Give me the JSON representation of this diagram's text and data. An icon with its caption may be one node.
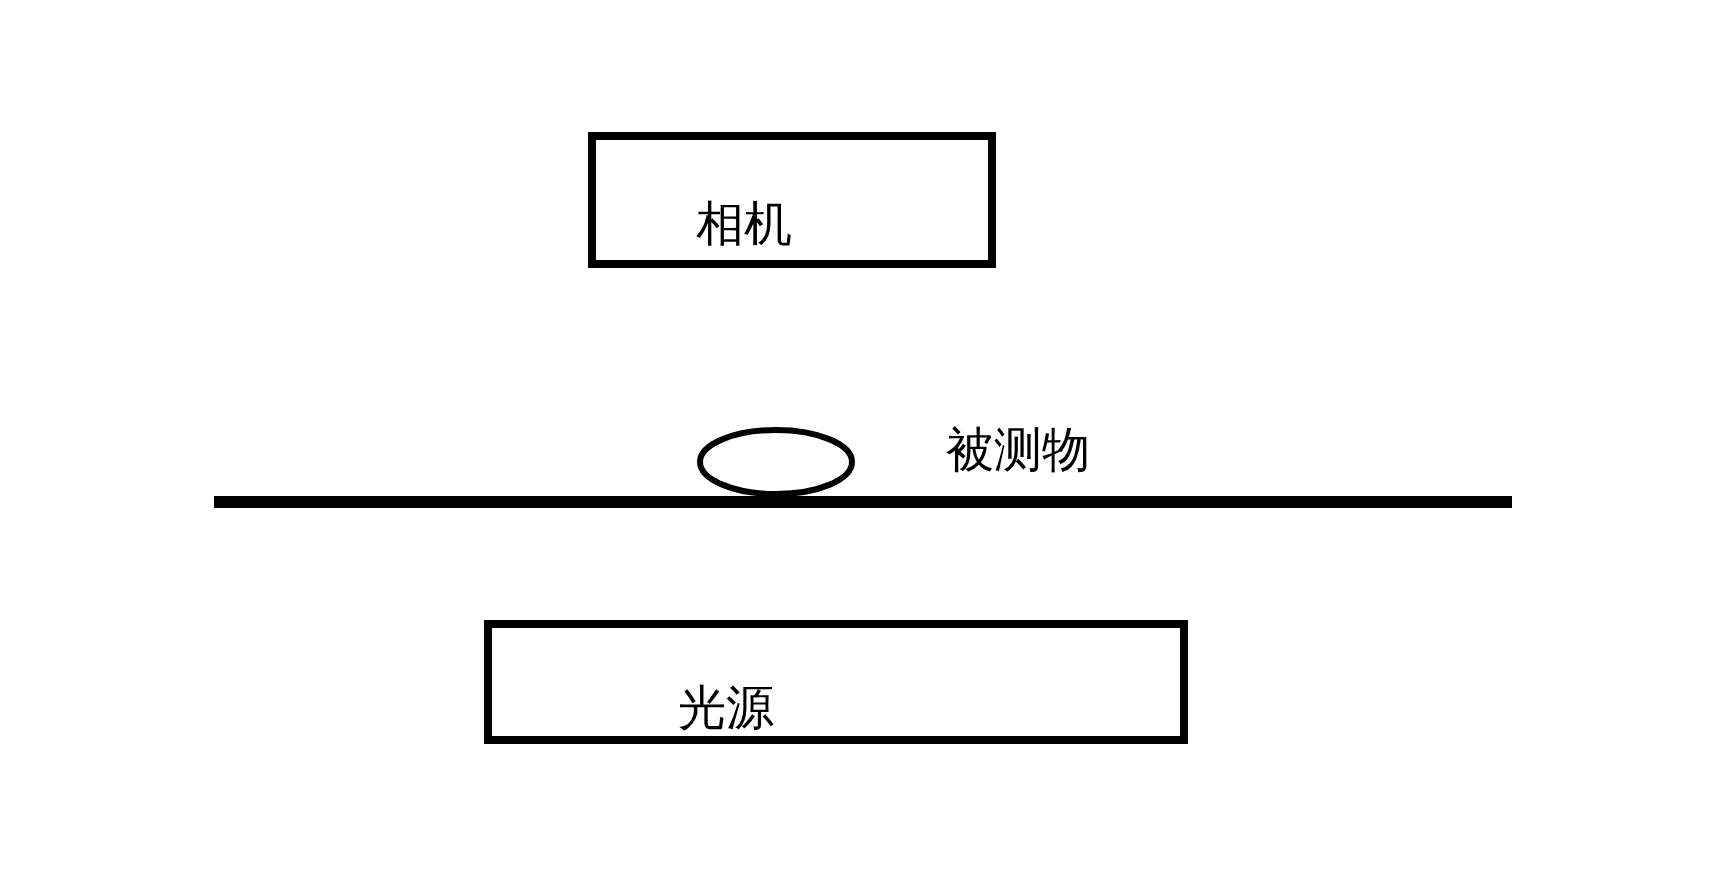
{
  "diagram": {
    "nodes": [
      {
        "text": [
          "相机"
        ]
      },
      {
        "text": [],
        "shape": "ellipse",
        "beside": [
          "被测物"
        ]
      },
      {
        "text": [
          "光源"
        ]
      }
    ],
    "edges": []
  }
}
